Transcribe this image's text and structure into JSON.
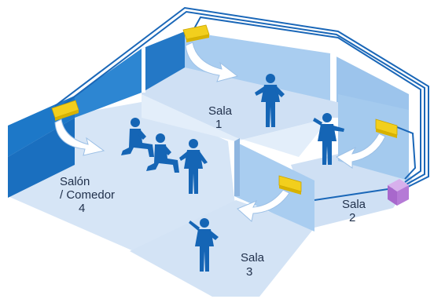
{
  "rooms": [
    {
      "id": "sala-1",
      "line1": "Sala",
      "line2": "1"
    },
    {
      "id": "sala-2",
      "line1": "Sala",
      "line2": "2"
    },
    {
      "id": "sala-3",
      "line1": "Sala",
      "line2": "3"
    },
    {
      "id": "salon-comedor",
      "line1": "Salón",
      "line2": "/ Comedor",
      "line3": "4"
    }
  ],
  "colors": {
    "floor": "#cfe0f4",
    "floor_edge": "#8fb6e0",
    "wall_light": "#a9cdf0",
    "wall_dark": "#1d78c8",
    "wall_mid": "#4d9ee0",
    "person": "#1565b5",
    "indoor_unit": "#f2cf1d",
    "outdoor_unit": "#b57ad6",
    "pipe": "#1a67b8",
    "airflow_arrow": "#ffffff"
  },
  "icons": {
    "indoor_unit": "split-ac-unit-icon",
    "outdoor_unit": "outdoor-condenser-icon",
    "person_standing": "person-standing-icon",
    "person_seated": "person-seated-icon",
    "airflow": "airflow-arrow-icon"
  }
}
